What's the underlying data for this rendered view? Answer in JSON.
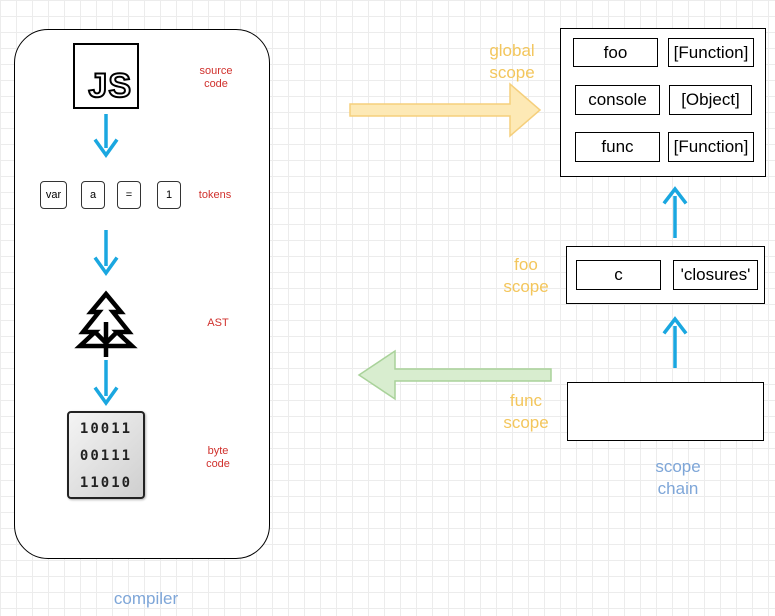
{
  "compiler": {
    "label": "compiler",
    "stages": {
      "source": {
        "label_line1": "source",
        "label_line2": "code",
        "logo_text": "JS"
      },
      "tokens": {
        "label": "tokens",
        "items": [
          "var",
          "a",
          "=",
          "1"
        ]
      },
      "ast": {
        "label": "AST"
      },
      "bytecode": {
        "label_line1": "byte",
        "label_line2": "code",
        "rows": [
          "10011",
          "00111",
          "11010"
        ]
      }
    }
  },
  "scopes": {
    "global": {
      "label_line1": "global",
      "label_line2": "scope",
      "entries": [
        {
          "name": "foo",
          "value": "[Function]"
        },
        {
          "name": "console",
          "value": "[Object]"
        },
        {
          "name": "func",
          "value": "[Function]"
        }
      ]
    },
    "foo": {
      "label_line1": "foo",
      "label_line2": "scope",
      "entries": [
        {
          "name": "c",
          "value": "'closures'"
        }
      ]
    },
    "func": {
      "label_line1": "func",
      "label_line2": "scope",
      "entries": []
    }
  },
  "scope_chain": {
    "label_line1": "scope",
    "label_line2": "chain"
  },
  "colors": {
    "blue_arrow": "#1aa7e0",
    "yellow_arrow_fill": "#fde9b5",
    "yellow_arrow_stroke": "#f5cf7c",
    "green_arrow_fill": "#d8edcf",
    "green_arrow_stroke": "#a9d29a",
    "stage_label": "#d0312d",
    "scope_label": "#f3c65c",
    "chain_label": "#7ea6d8"
  }
}
